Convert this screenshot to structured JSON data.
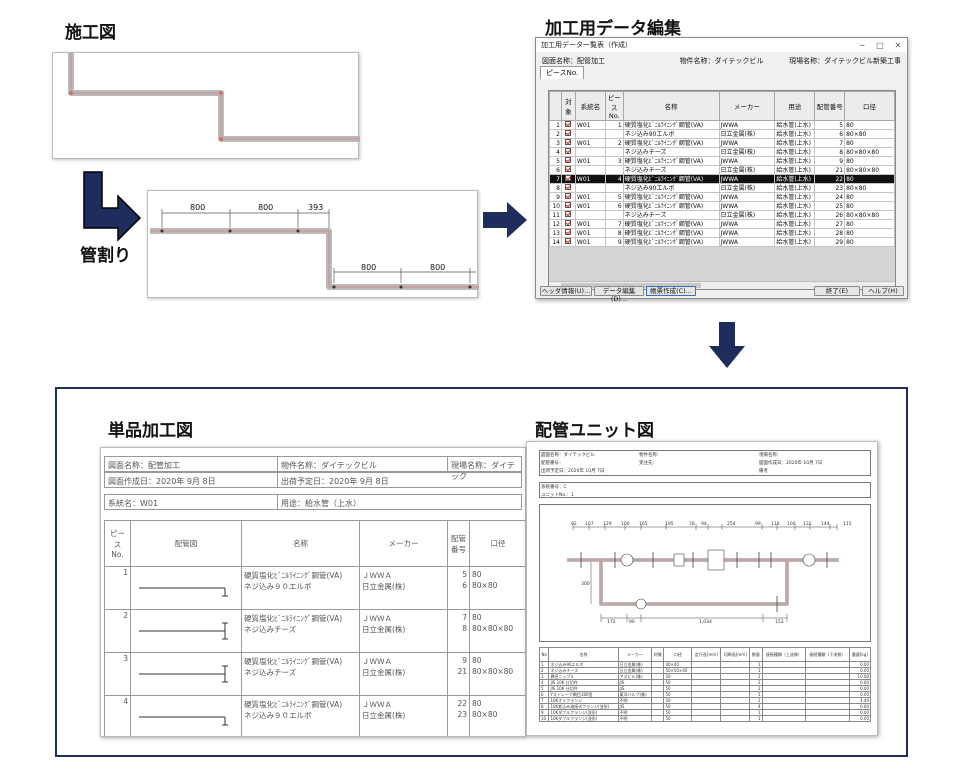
{
  "labels": {
    "construction_drawing": "施工図",
    "pipe_split": "管割り",
    "data_edit": "加工用データ編集",
    "single_drawing": "単品加工図",
    "unit_drawing": "配管ユニット図"
  },
  "split_drawing": {
    "dims_top": [
      "800",
      "800",
      "393"
    ],
    "dims_bottom": [
      "800",
      "800"
    ]
  },
  "window": {
    "title": "加工用データ一覧表（作成）",
    "controls": [
      "─",
      "□",
      "✕"
    ],
    "drawing_name": "図面名称：配管加工",
    "property_name": "物件名称：ダイテックビル",
    "site_name": "現場名称：ダイテックビル新築工事",
    "tab": "ピースNo.",
    "columns": [
      "対象",
      "系統名",
      "ピースNo.",
      "名称",
      "メーカー",
      "用途",
      "配管番号",
      "口径"
    ],
    "rows": [
      {
        "n": "1",
        "sys": "W01",
        "piece": "1",
        "name": "硬質塩化ﾋﾞﾆﾙﾗｲﾆﾝｸﾞ鋼管(VA)",
        "maker": "JWWA",
        "use": "給水管(上水)",
        "pipe": "5",
        "size": "80"
      },
      {
        "n": "2",
        "sys": "",
        "piece": "",
        "name": "ネジ込み90エルボ",
        "maker": "日立金属(株)",
        "use": "給水管(上水)",
        "pipe": "6",
        "size": "80×80"
      },
      {
        "n": "3",
        "sys": "W01",
        "piece": "2",
        "name": "硬質塩化ﾋﾞﾆﾙﾗｲﾆﾝｸﾞ鋼管(VA)",
        "maker": "JWWA",
        "use": "給水管(上水)",
        "pipe": "7",
        "size": "80"
      },
      {
        "n": "4",
        "sys": "",
        "piece": "",
        "name": "ネジ込みチーズ",
        "maker": "日立金属(株)",
        "use": "給水管(上水)",
        "pipe": "8",
        "size": "80×80×80"
      },
      {
        "n": "5",
        "sys": "W01",
        "piece": "3",
        "name": "硬質塩化ﾋﾞﾆﾙﾗｲﾆﾝｸﾞ鋼管(VA)",
        "maker": "JWWA",
        "use": "給水管(上水)",
        "pipe": "9",
        "size": "80"
      },
      {
        "n": "6",
        "sys": "",
        "piece": "",
        "name": "ネジ込みチーズ",
        "maker": "日立金属(株)",
        "use": "給水管(上水)",
        "pipe": "21",
        "size": "80×80×80"
      },
      {
        "n": "7",
        "sys": "W01",
        "piece": "4",
        "name": "硬質塩化ﾋﾞﾆﾙﾗｲﾆﾝｸﾞ鋼管(VA)",
        "maker": "JWWA",
        "use": "給水管(上水)",
        "pipe": "22",
        "size": "80"
      },
      {
        "n": "8",
        "sys": "",
        "piece": "",
        "name": "ネジ込み90エルボ",
        "maker": "日立金属(株)",
        "use": "給水管(上水)",
        "pipe": "23",
        "size": "80×80"
      },
      {
        "n": "9",
        "sys": "W01",
        "piece": "5",
        "name": "硬質塩化ﾋﾞﾆﾙﾗｲﾆﾝｸﾞ鋼管(VA)",
        "maker": "JWWA",
        "use": "給水管(上水)",
        "pipe": "24",
        "size": "80"
      },
      {
        "n": "10",
        "sys": "W01",
        "piece": "6",
        "name": "硬質塩化ﾋﾞﾆﾙﾗｲﾆﾝｸﾞ鋼管(VA)",
        "maker": "JWWA",
        "use": "給水管(上水)",
        "pipe": "25",
        "size": "80"
      },
      {
        "n": "11",
        "sys": "",
        "piece": "",
        "name": "ネジ込みチーズ",
        "maker": "日立金属(株)",
        "use": "給水管(上水)",
        "pipe": "26",
        "size": "80×80×80"
      },
      {
        "n": "12",
        "sys": "W01",
        "piece": "7",
        "name": "硬質塩化ﾋﾞﾆﾙﾗｲﾆﾝｸﾞ鋼管(VA)",
        "maker": "JWWA",
        "use": "給水管(上水)",
        "pipe": "27",
        "size": "80"
      },
      {
        "n": "13",
        "sys": "W01",
        "piece": "8",
        "name": "硬質塩化ﾋﾞﾆﾙﾗｲﾆﾝｸﾞ鋼管(VA)",
        "maker": "JWWA",
        "use": "給水管(上水)",
        "pipe": "28",
        "size": "80"
      },
      {
        "n": "14",
        "sys": "W01",
        "piece": "9",
        "name": "硬質塩化ﾋﾞﾆﾙﾗｲﾆﾝｸﾞ鋼管(VA)",
        "maker": "JWWA",
        "use": "給水管(上水)",
        "pipe": "29",
        "size": "80"
      }
    ],
    "selected_row": "7",
    "buttons": {
      "header": "ヘッダ情報(U)...",
      "data_edit": "データ編集(D)...",
      "form_create": "帳票作成(C)...",
      "finish": "終了(E)",
      "help": "ヘルプ(H)"
    }
  },
  "sheet1": {
    "drawing_name": "図面名称：配管加工",
    "property_name": "物件名称：ダイテックビル",
    "site_name": "現場名称：ダイテック",
    "created": "図面作成日：2020年 9月 8日",
    "ship_date": "出荷予定日：2020年 9月 8日",
    "system": "系統名：W01",
    "use": "用途：給水管（上水）",
    "columns": {
      "piece": "ピース No.",
      "drawing": "配管図",
      "name": "名称",
      "maker": "メーカー",
      "pipe_no": "配管番号",
      "size": "口径"
    },
    "rows": [
      {
        "piece": "1",
        "names": [
          "硬質塩化ﾋﾞﾆﾙﾗｲﾆﾝｸﾞ鋼管(VA)",
          "ネジ込み９０エルボ"
        ],
        "makers": [
          "ＪＷＷＡ",
          "日立金属(株)"
        ],
        "pipes": [
          "5",
          "6"
        ],
        "sizes": [
          "80",
          "80×80"
        ]
      },
      {
        "piece": "2",
        "names": [
          "硬質塩化ﾋﾞﾆﾙﾗｲﾆﾝｸﾞ鋼管(VA)",
          "ネジ込みチーズ"
        ],
        "makers": [
          "ＪＷＷＡ",
          "日立金属(株)"
        ],
        "pipes": [
          "7",
          "8"
        ],
        "sizes": [
          "80",
          "80×80×80"
        ]
      },
      {
        "piece": "3",
        "names": [
          "硬質塩化ﾋﾞﾆﾙﾗｲﾆﾝｸﾞ鋼管(VA)",
          "ネジ込みチーズ"
        ],
        "makers": [
          "ＪＷＷＡ",
          "日立金属(株)"
        ],
        "pipes": [
          "9",
          "21"
        ],
        "sizes": [
          "80",
          "80×80×80"
        ]
      },
      {
        "piece": "4",
        "names": [
          "硬質塩化ﾋﾞﾆﾙﾗｲﾆﾝｸﾞ鋼管(VA)",
          "ネジ込み９０エルボ"
        ],
        "makers": [
          "ＪＷＷＡ",
          "日立金属(株)"
        ],
        "pipes": [
          "22",
          "23"
        ],
        "sizes": [
          "80",
          "80×80"
        ]
      }
    ]
  },
  "sheet2": {
    "h1": "図面名称：ダイテックビル",
    "h2": "物件名称：",
    "h3": "現場名称：",
    "h4": "配管番号：",
    "h5": "受注先：",
    "h6": "図面作成日：2020年 10月 7日",
    "h7": "出荷予定日：2020年 10月 7日",
    "h8": "備考",
    "system": "系統番号：C",
    "unit": "ユニットNo.：1",
    "dims_top": [
      "92",
      "107",
      "129",
      "100",
      "165",
      "195",
      "78",
      "94",
      "254",
      "99",
      "116",
      "100",
      "132",
      "144",
      "115"
    ],
    "dims_bottom": [
      "172",
      "90",
      "1,034",
      "153"
    ],
    "dim_left": "300",
    "columns": [
      "No",
      "名称",
      "メーカー",
      "材質",
      "口径",
      "定尺長[mm]",
      "切断長[mm]",
      "数量",
      "接続種類（上流側）",
      "接続種類（下流側）",
      "重量[kg]"
    ],
    "rows": [
      {
        "n": "1",
        "name": "ネジ込み90エルボ",
        "maker": "日立金属(株)",
        "size": "40×40",
        "qty": "1",
        "w": "0.00"
      },
      {
        "n": "2",
        "name": "ネジ込みチーズ",
        "maker": "日立金属(株)",
        "size": "50×50×40",
        "qty": "1",
        "w": "0.00"
      },
      {
        "n": "3",
        "name": "異径ニップル",
        "maker": "アズビル(株)",
        "size": "50",
        "qty": "1",
        "w": "10.00"
      },
      {
        "n": "4",
        "name": "JIS 10K 仕切弁",
        "maker": "JIS",
        "size": "50",
        "qty": "2",
        "w": "0.00"
      },
      {
        "n": "5",
        "name": "JIS 10K 仕切弁",
        "maker": "JIS",
        "size": "50",
        "qty": "2",
        "w": "0.00"
      },
      {
        "n": "6",
        "name": "Yストレーナ網目180型",
        "maker": "東洋バルブ(株)",
        "size": "50",
        "qty": "1",
        "w": "0.00"
      },
      {
        "n": "7",
        "name": "10Kオリフランジ",
        "maker": "不明",
        "size": "50",
        "qty": "1",
        "w": "4.40"
      },
      {
        "n": "8",
        "name": "10K差込み溶接式フランジ(並形)",
        "maker": "JIS",
        "size": "50",
        "qty": "4",
        "w": "0.00"
      },
      {
        "n": "9",
        "name": "10Kダブルフランジ(並形)",
        "maker": "不明",
        "size": "50",
        "qty": "1",
        "w": "0.00"
      },
      {
        "n": "10",
        "name": "10Kダブルフランジ(並形)",
        "maker": "不明",
        "size": "50",
        "qty": "1",
        "w": "0.00"
      }
    ]
  },
  "colors": {
    "arrow_navy": "#1f2d5c",
    "pipe_red": "#c8504a",
    "selected_row": "#111111"
  }
}
